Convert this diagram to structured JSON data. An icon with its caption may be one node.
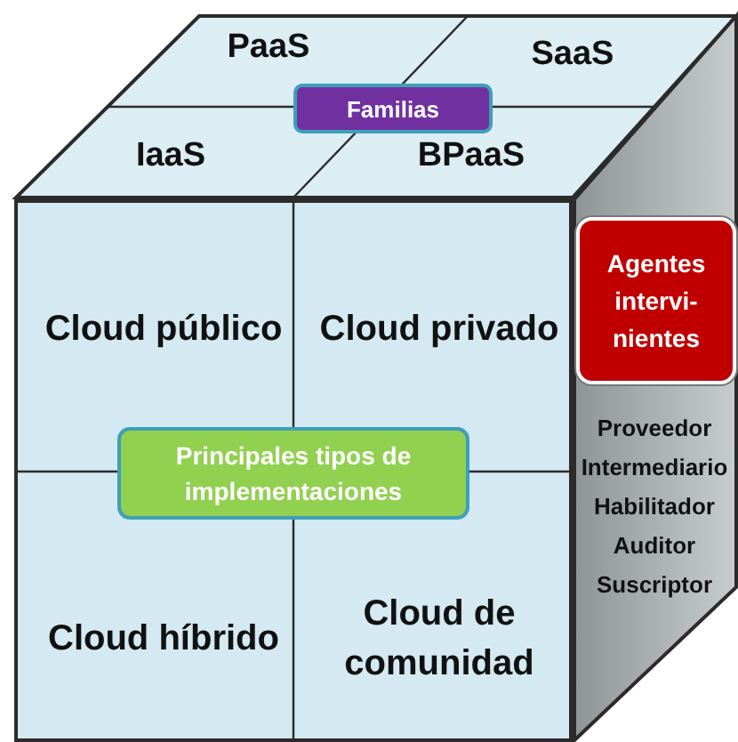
{
  "diagram": {
    "nodes": [
      {
        "text": [],
        "shape": "box"
      },
      {
        "text": [
          "PaaS"
        ],
        "in": 0
      },
      {
        "text": [
          "SaaS"
        ],
        "in": 0
      },
      {
        "text": [
          "IaaS"
        ],
        "in": 0
      },
      {
        "text": [
          "BPaaS"
        ],
        "in": 0
      },
      {
        "text": [
          "Familias"
        ],
        "in": 0
      },
      {
        "text": [],
        "shape": "box"
      },
      {
        "text": [
          "Cloud público"
        ],
        "in": 6
      },
      {
        "text": [
          "Cloud privado"
        ],
        "in": 6
      },
      {
        "text": [
          "Cloud híbrido"
        ],
        "in": 6
      },
      {
        "text": [
          "Cloud de comunidad"
        ],
        "in": 6
      },
      {
        "text": [
          "Principales tipos de implementaciones"
        ],
        "in": 6
      },
      {
        "text": [],
        "shape": "box"
      },
      {
        "text": [
          "Agentes intervi- nientes"
        ],
        "in": 12
      }
    ],
    "edges": [],
    "labels": [
      "Proveedor",
      "Intermediario",
      "Habilitador",
      "Auditor",
      "Suscriptor"
    ]
  }
}
